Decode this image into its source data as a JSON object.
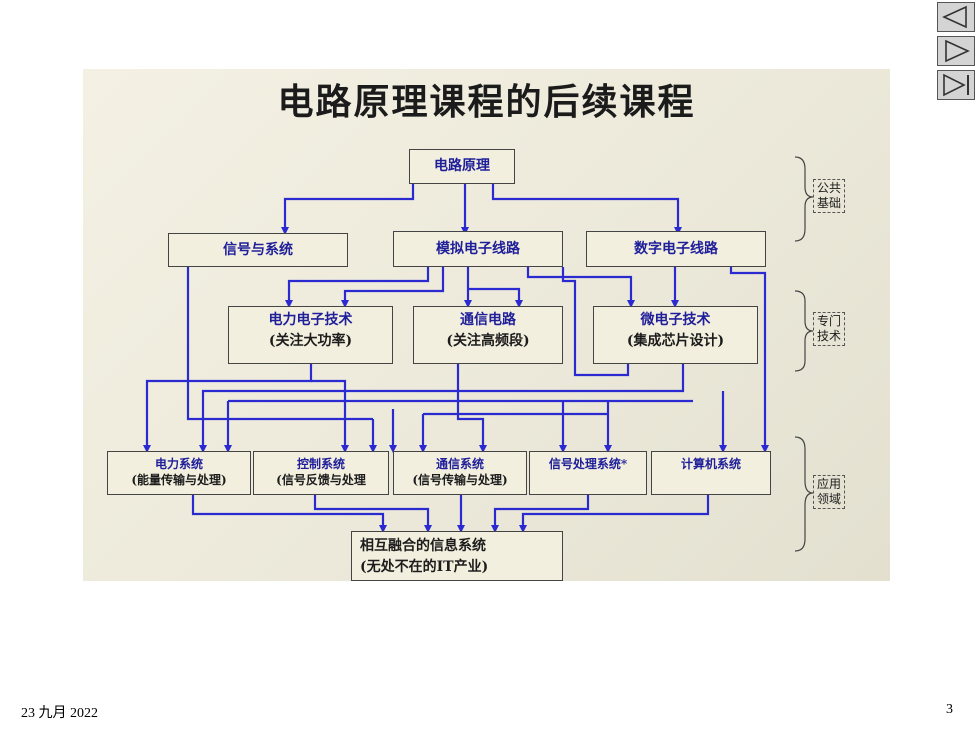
{
  "slide": {
    "date": "23 九月 2022",
    "page_number": "3"
  },
  "nav": {
    "prev_icon": "triangle-left-icon",
    "next_icon": "triangle-right-icon",
    "last_icon": "skip-end-icon"
  },
  "diagram": {
    "title": "电路原理课程的后续课程",
    "root": "电路原理",
    "level1": [
      "信号与系统",
      "模拟电子线路",
      "数字电子线路"
    ],
    "level2": [
      {
        "name": "电力电子技术",
        "note": "(关注大功率)"
      },
      {
        "name": "通信电路",
        "note": "(关注高频段)"
      },
      {
        "name": "微电子技术",
        "note": "(集成芯片设计)"
      }
    ],
    "level3": [
      {
        "name": "电力系统",
        "note": "(能量传输与处理)"
      },
      {
        "name": "控制系统",
        "note": "(信号反馈与处理"
      },
      {
        "name": "通信系统",
        "note": "(信号传输与处理)"
      },
      {
        "name": "信号处理系统*",
        "note": ""
      },
      {
        "name": "计算机系统",
        "note": ""
      }
    ],
    "final": {
      "name": "相互融合的信息系统",
      "note": "(无处不在的IT产业)"
    },
    "categories": [
      "公共基础",
      "专门技术",
      "应用领域"
    ],
    "colors": {
      "arrow": "#2a2ad0",
      "box_text": "#1f1f9a",
      "box_fill": "#f3efdf"
    }
  }
}
